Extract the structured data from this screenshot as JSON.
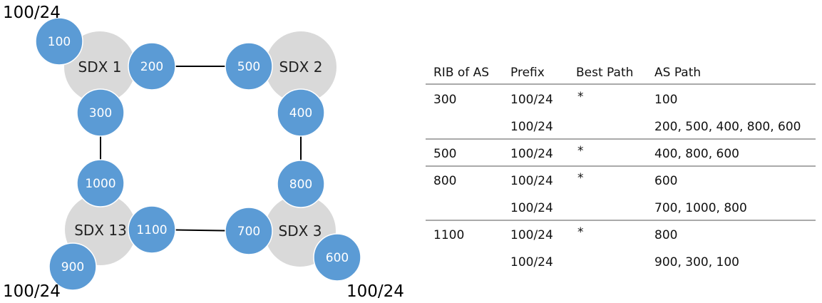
{
  "colors": {
    "sdx_fill": "#d9d9d9",
    "as_fill": "#5b9bd5",
    "as_stroke": "#ffffff",
    "line": "#000000"
  },
  "sdx_nodes": [
    {
      "id": "sdx1",
      "label": "SDX 1"
    },
    {
      "id": "sdx2",
      "label": "SDX 2"
    },
    {
      "id": "sdx13",
      "label": "SDX 13"
    },
    {
      "id": "sdx3",
      "label": "SDX 3"
    }
  ],
  "as_nodes": [
    {
      "id": "as100",
      "label": "100"
    },
    {
      "id": "as200",
      "label": "200"
    },
    {
      "id": "as300",
      "label": "300"
    },
    {
      "id": "as500",
      "label": "500"
    },
    {
      "id": "as400",
      "label": "400"
    },
    {
      "id": "as800",
      "label": "800"
    },
    {
      "id": "as1000",
      "label": "1000"
    },
    {
      "id": "as1100",
      "label": "1100"
    },
    {
      "id": "as700",
      "label": "700"
    },
    {
      "id": "as900",
      "label": "900"
    },
    {
      "id": "as600",
      "label": "600"
    }
  ],
  "links": [
    {
      "from": "as200",
      "to": "as500"
    },
    {
      "from": "as300",
      "to": "as1000"
    },
    {
      "from": "as400",
      "to": "as800"
    },
    {
      "from": "as1100",
      "to": "as700"
    }
  ],
  "prefix_labels": [
    {
      "id": "prefix-as100",
      "text": "100/24"
    },
    {
      "id": "prefix-as900",
      "text": "100/24"
    },
    {
      "id": "prefix-as600",
      "text": "100/24"
    }
  ],
  "rib_table": {
    "headers": [
      "RIB of AS",
      "Prefix",
      "Best Path",
      "AS Path"
    ],
    "groups": [
      {
        "as": "300",
        "rows": [
          {
            "prefix": "100/24",
            "best": "*",
            "path": "100"
          },
          {
            "prefix": "100/24",
            "best": "",
            "path": "200, 500, 400, 800, 600"
          }
        ]
      },
      {
        "as": "500",
        "rows": [
          {
            "prefix": "100/24",
            "best": "*",
            "path": "400, 800, 600"
          }
        ]
      },
      {
        "as": "800",
        "rows": [
          {
            "prefix": "100/24",
            "best": "*",
            "path": "600"
          },
          {
            "prefix": "100/24",
            "best": "",
            "path": "700, 1000, 800"
          }
        ]
      },
      {
        "as": "1100",
        "rows": [
          {
            "prefix": "100/24",
            "best": "*",
            "path": "800"
          },
          {
            "prefix": "100/24",
            "best": "",
            "path": "900, 300, 100"
          }
        ]
      }
    ]
  }
}
